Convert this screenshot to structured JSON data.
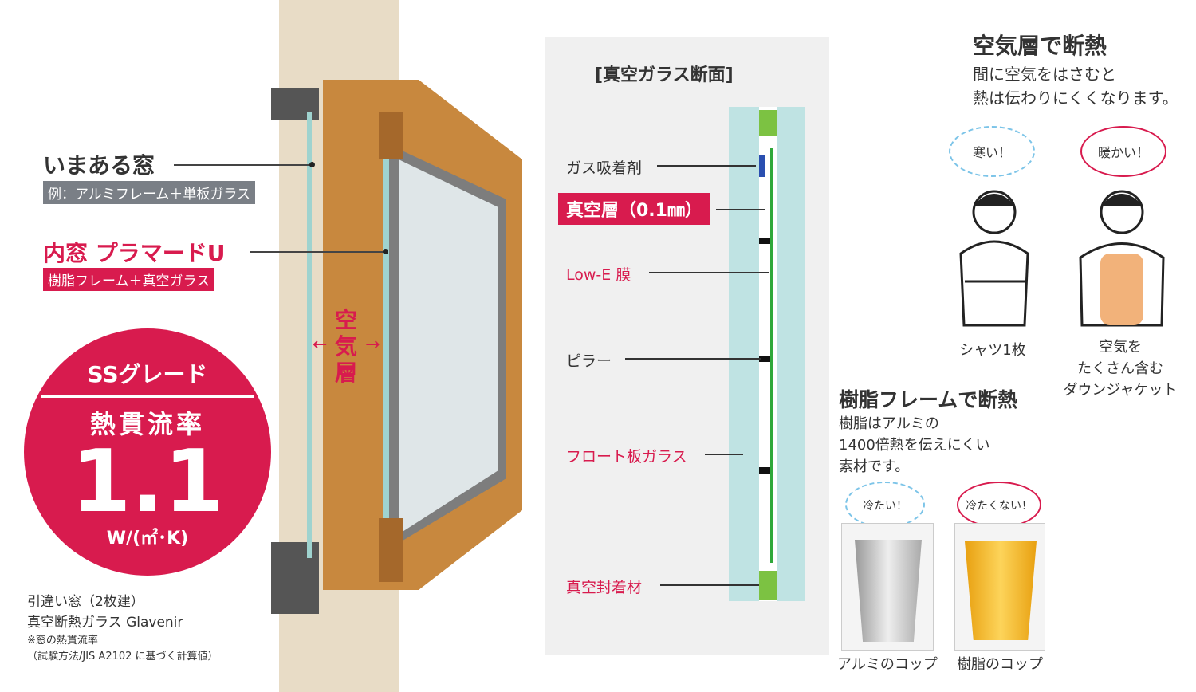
{
  "left": {
    "current_window": {
      "label": "いまある窓",
      "tag": "例：アルミフレーム＋単板ガラス"
    },
    "inner_window": {
      "label": "内窓 プラマードU",
      "tag": "樹脂フレーム＋真空ガラス"
    },
    "air_layer": [
      "空",
      "気",
      "層"
    ],
    "grade_badge": {
      "grade": "SSグレード",
      "title": "熱貫流率",
      "value": "1.1",
      "unit": "W/(㎡･K)"
    },
    "notes": [
      "引違い窓（2枚建）",
      "真空断熱ガラス Glavenir",
      "※窓の熱貫流率",
      "（試験方法/JIS A2102 に基づく計算値）"
    ]
  },
  "cross_section": {
    "title": "[真空ガラス断面]",
    "labels": [
      "ガス吸着剤",
      "真空層（0.1㎜）",
      "Low-E 膜",
      "ピラー",
      "フロート板ガラス",
      "真空封着材"
    ]
  },
  "air_section": {
    "title": "空気層で断熱",
    "body": [
      "間に空気をはさむと",
      "熱は伝わりにくくなります。"
    ],
    "cold_bubble": "寒い！",
    "warm_bubble": "暖かい！",
    "cold_caption": "シャツ1枚",
    "warm_caption": [
      "空気を",
      "たくさん含む",
      "ダウンジャケット"
    ]
  },
  "resin_section": {
    "title": "樹脂フレームで断熱",
    "body": [
      "樹脂はアルミの",
      "1400倍熱を伝えにくい",
      "素材です。"
    ],
    "cold_bubble": "冷たい！",
    "warm_bubble": "冷たくない！",
    "alu_caption": "アルミのコップ",
    "resin_caption": "樹脂のコップ"
  },
  "colors": {
    "accent": "#d81b4e",
    "gray_tag": "#7a7f86",
    "glass": "#bfe3e3",
    "frame": "#c8883e"
  }
}
